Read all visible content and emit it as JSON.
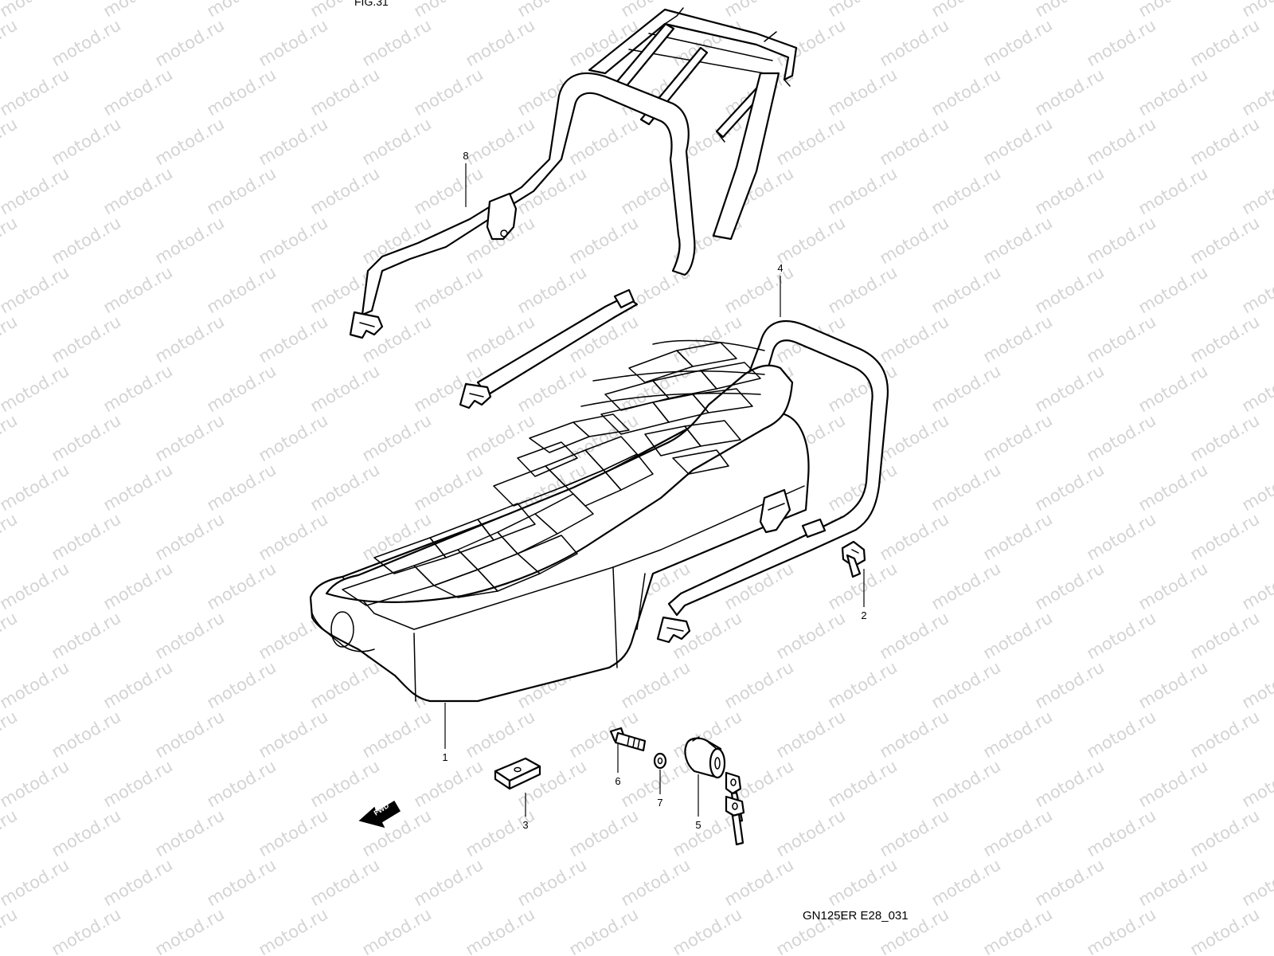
{
  "watermark": "motod.ru",
  "top_clipped_text": "FIG.31",
  "diagram_code": "GN125ER E28_031",
  "fwd_label": "FWD",
  "callouts": [
    {
      "id": "1",
      "name": "seat"
    },
    {
      "id": "2",
      "name": "bolt"
    },
    {
      "id": "3",
      "name": "cushion"
    },
    {
      "id": "4",
      "name": "grab-rail"
    },
    {
      "id": "5",
      "name": "seat-lock-set"
    },
    {
      "id": "6",
      "name": "lock-bolt"
    },
    {
      "id": "7",
      "name": "washer"
    },
    {
      "id": "8",
      "name": "carrier-rack"
    }
  ]
}
